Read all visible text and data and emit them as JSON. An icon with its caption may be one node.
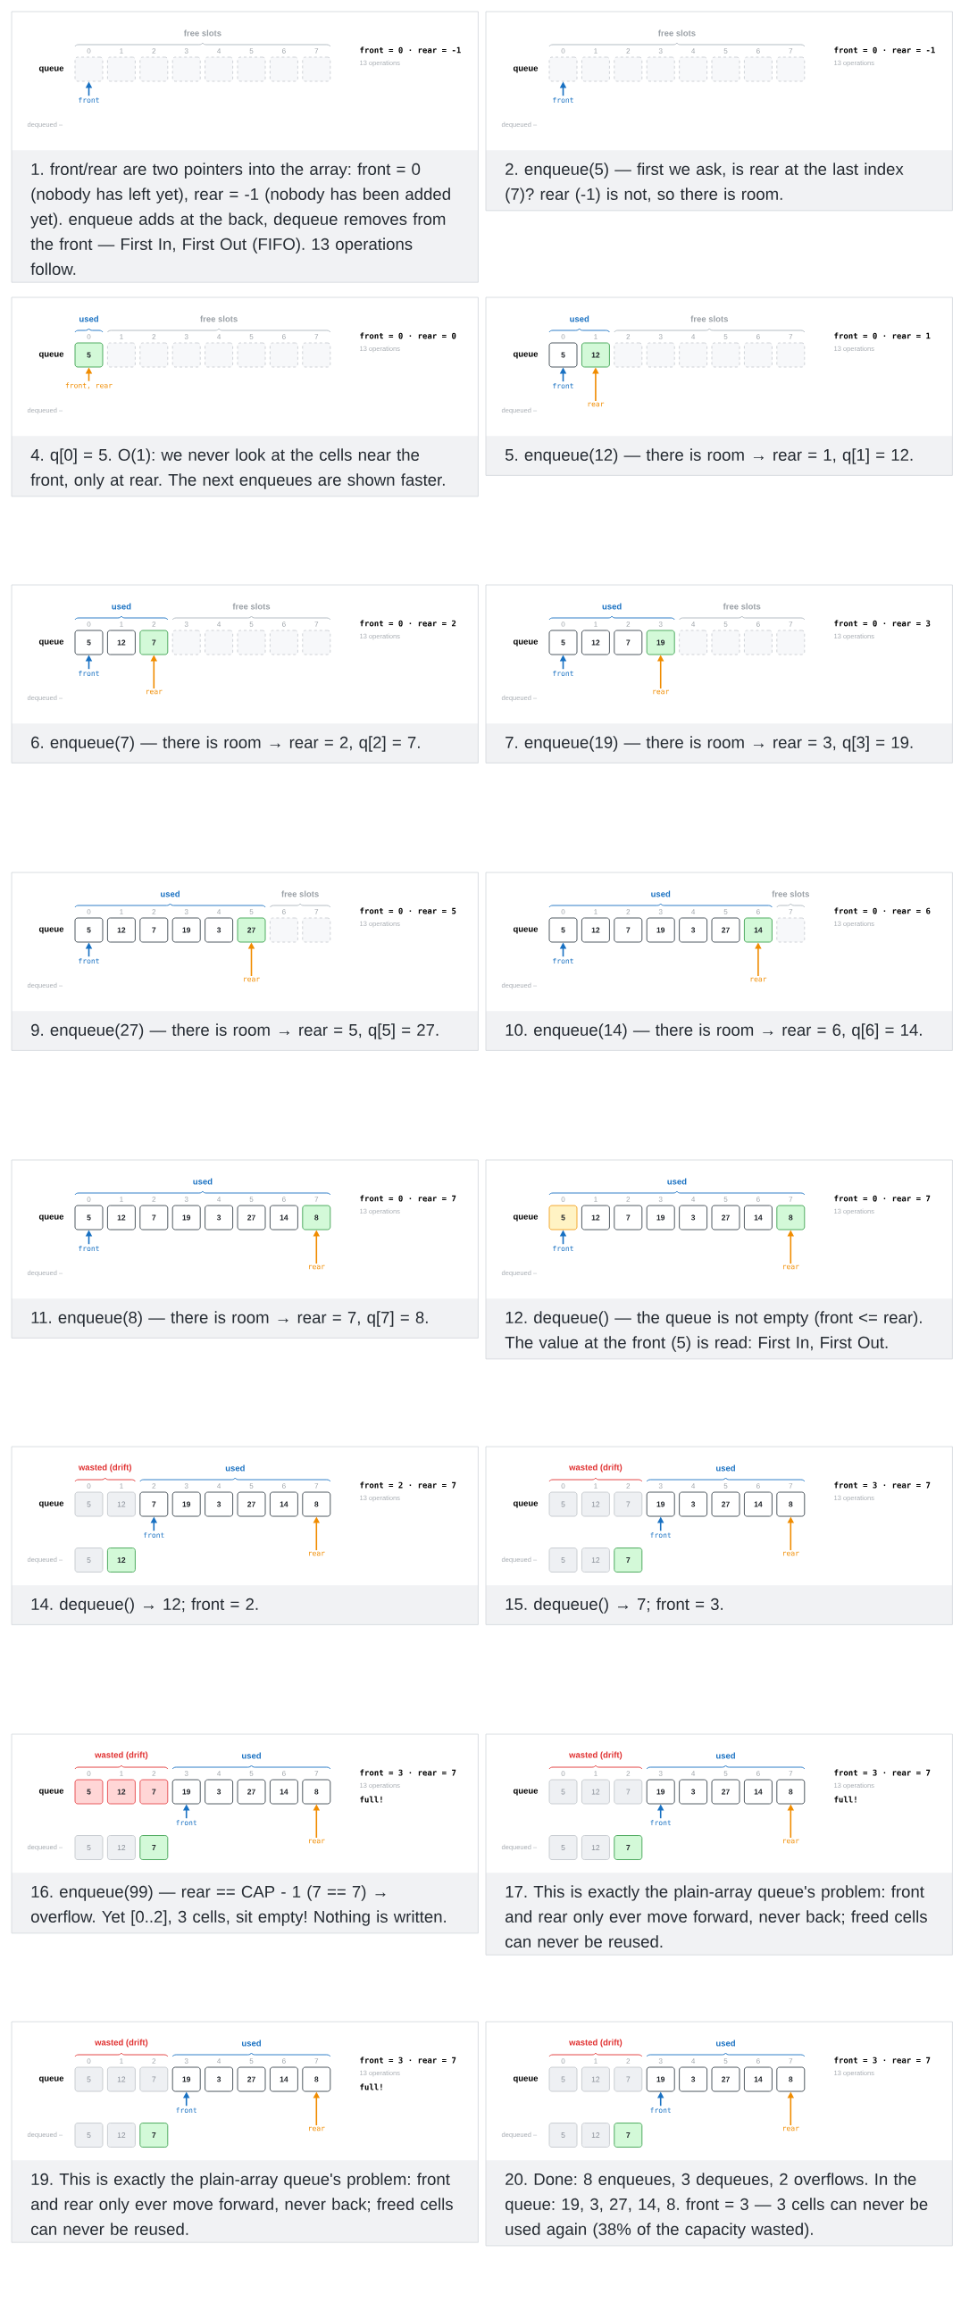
{
  "diagram": {
    "nodes": [
      {
        "text": [
          "free slots",
          "queue",
          "front = 0 · rear = -1",
          "13 operations",
          "dequeued –",
          "1. front/rear are two pointers into the array: front = 0 (nobody has left yet), rear = -1 (nobody has been added yet). enqueue adds at the back, dequeue removes from the front — First In, First Out (FIFO). 13 operations follow."
        ]
      },
      {
        "text": [],
        "shape": "box",
        "in": 0,
        "beside": [
          "0"
        ]
      },
      {
        "text": [],
        "shape": "box",
        "in": 0,
        "beside": [
          "1"
        ]
      },
      {
        "text": [],
        "shape": "box",
        "in": 0,
        "beside": [
          "2"
        ]
      },
      {
        "text": [],
        "shape": "box",
        "in": 0,
        "beside": [
          "3"
        ]
      },
      {
        "text": [],
        "shape": "box",
        "in": 0,
        "beside": [
          "4"
        ]
      },
      {
        "text": [],
        "shape": "box",
        "in": 0,
        "beside": [
          "5"
        ]
      },
      {
        "text": [],
        "shape": "box",
        "in": 0,
        "beside": [
          "6"
        ]
      },
      {
        "text": [],
        "shape": "box",
        "in": 0,
        "beside": [
          "7"
        ]
      },
      {
        "text": [
          "front"
        ],
        "in": 0
      },
      {
        "text": [
          "free slots",
          "queue",
          "front = 0 · rear = -1",
          "13 operations",
          "dequeued –",
          "2. enqueue(5) — first we ask, is rear at the last index (7)? rear (-1) is not, so there is room."
        ]
      },
      {
        "text": [],
        "shape": "box",
        "in": 10,
        "beside": [
          "0"
        ]
      },
      {
        "text": [],
        "shape": "box",
        "in": 10,
        "beside": [
          "1"
        ]
      },
      {
        "text": [],
        "shape": "box",
        "in": 10,
        "beside": [
          "2"
        ]
      },
      {
        "text": [],
        "shape": "box",
        "in": 10,
        "beside": [
          "3"
        ]
      },
      {
        "text": [],
        "shape": "box",
        "in": 10,
        "beside": [
          "4"
        ]
      },
      {
        "text": [],
        "shape": "box",
        "in": 10,
        "beside": [
          "5"
        ]
      },
      {
        "text": [],
        "shape": "box",
        "in": 10,
        "beside": [
          "6"
        ]
      },
      {
        "text": [],
        "shape": "box",
        "in": 10,
        "beside": [
          "7"
        ]
      },
      {
        "text": [
          "front"
        ],
        "in": 10
      },
      {
        "text": [
          "used",
          "free slots",
          "queue",
          "front = 0 · rear = 0",
          "13 operations",
          "dequeued –",
          "4. q[0] = 5. O(1): we never look at the cells near the front, only at rear. The next enqueues are shown faster."
        ]
      },
      {
        "text": [
          "5"
        ],
        "in": 20,
        "beside": [
          "0"
        ]
      },
      {
        "text": [],
        "shape": "box",
        "in": 20,
        "beside": [
          "1"
        ]
      },
      {
        "text": [],
        "shape": "box",
        "in": 20,
        "beside": [
          "2"
        ]
      },
      {
        "text": [],
        "shape": "box",
        "in": 20,
        "beside": [
          "3"
        ]
      },
      {
        "text": [],
        "shape": "box",
        "in": 20,
        "beside": [
          "4"
        ]
      },
      {
        "text": [],
        "shape": "box",
        "in": 20,
        "beside": [
          "5"
        ]
      },
      {
        "text": [],
        "shape": "box",
        "in": 20,
        "beside": [
          "6"
        ]
      },
      {
        "text": [],
        "shape": "box",
        "in": 20,
        "beside": [
          "7"
        ]
      },
      {
        "text": [
          "front, rear"
        ],
        "in": 20
      },
      {
        "text": [
          "used",
          "free slots",
          "queue",
          "front = 0 · rear = 1",
          "13 operations",
          "dequeued –",
          "5. enqueue(12) — there is room → rear = 1, q[1] = 12."
        ]
      },
      {
        "text": [
          "5"
        ],
        "in": 30,
        "beside": [
          "0"
        ]
      },
      {
        "text": [
          "12"
        ],
        "in": 30,
        "beside": [
          "1"
        ]
      },
      {
        "text": [],
        "shape": "box",
        "in": 30,
        "beside": [
          "2"
        ]
      },
      {
        "text": [],
        "shape": "box",
        "in": 30,
        "beside": [
          "3"
        ]
      },
      {
        "text": [],
        "shape": "box",
        "in": 30,
        "beside": [
          "4"
        ]
      },
      {
        "text": [],
        "shape": "box",
        "in": 30,
        "beside": [
          "5"
        ]
      },
      {
        "text": [],
        "shape": "box",
        "in": 30,
        "beside": [
          "6"
        ]
      },
      {
        "text": [],
        "shape": "box",
        "in": 30,
        "beside": [
          "7"
        ]
      },
      {
        "text": [
          "front"
        ],
        "in": 30
      },
      {
        "text": [
          "rear"
        ],
        "in": 30
      },
      {
        "text": [
          "used",
          "free slots",
          "queue",
          "front = 0 · rear = 2",
          "13 operations",
          "dequeued –",
          "6. enqueue(7) — there is room → rear = 2, q[2] = 7."
        ]
      },
      {
        "text": [
          "5"
        ],
        "in": 41,
        "beside": [
          "0"
        ]
      },
      {
        "text": [
          "12"
        ],
        "in": 41,
        "beside": [
          "1"
        ]
      },
      {
        "text": [
          "7"
        ],
        "in": 41,
        "beside": [
          "2"
        ]
      },
      {
        "text": [],
        "shape": "box",
        "in": 41,
        "beside": [
          "3"
        ]
      },
      {
        "text": [],
        "shape": "box",
        "in": 41,
        "beside": [
          "4"
        ]
      },
      {
        "text": [],
        "shape": "box",
        "in": 41,
        "beside": [
          "5"
        ]
      },
      {
        "text": [],
        "shape": "box",
        "in": 41,
        "beside": [
          "6"
        ]
      },
      {
        "text": [],
        "shape": "box",
        "in": 41,
        "beside": [
          "7"
        ]
      },
      {
        "text": [
          "front"
        ],
        "in": 41
      },
      {
        "text": [
          "rear"
        ],
        "in": 41
      },
      {
        "text": [
          "used",
          "free slots",
          "queue",
          "front = 0 · rear = 3",
          "13 operations",
          "dequeued –",
          "7. enqueue(19) — there is room → rear = 3, q[3] = 19."
        ]
      },
      {
        "text": [
          "5"
        ],
        "in": 52,
        "beside": [
          "0"
        ]
      },
      {
        "text": [
          "12"
        ],
        "in": 52,
        "beside": [
          "1"
        ]
      },
      {
        "text": [
          "7"
        ],
        "in": 52,
        "beside": [
          "2"
        ]
      },
      {
        "text": [
          "19"
        ],
        "in": 52,
        "beside": [
          "3"
        ]
      },
      {
        "text": [],
        "shape": "box",
        "in": 52,
        "beside": [
          "4"
        ]
      },
      {
        "text": [],
        "shape": "box",
        "in": 52,
        "beside": [
          "5"
        ]
      },
      {
        "text": [],
        "shape": "box",
        "in": 52,
        "beside": [
          "6"
        ]
      },
      {
        "text": [],
        "shape": "box",
        "in": 52,
        "beside": [
          "7"
        ]
      },
      {
        "text": [
          "front"
        ],
        "in": 52
      },
      {
        "text": [
          "rear"
        ],
        "in": 52
      },
      {
        "text": [
          "used",
          "free slots",
          "queue",
          "front = 0 · rear = 5",
          "13 operations",
          "dequeued –",
          "9. enqueue(27) — there is room → rear = 5, q[5] = 27."
        ]
      },
      {
        "text": [
          "5"
        ],
        "in": 63,
        "beside": [
          "0"
        ]
      },
      {
        "text": [
          "12"
        ],
        "in": 63,
        "beside": [
          "1"
        ]
      },
      {
        "text": [
          "7"
        ],
        "in": 63,
        "beside": [
          "2"
        ]
      },
      {
        "text": [
          "19"
        ],
        "in": 63,
        "beside": [
          "3"
        ]
      },
      {
        "text": [
          "3"
        ],
        "in": 63,
        "beside": [
          "4"
        ]
      },
      {
        "text": [
          "27"
        ],
        "in": 63,
        "beside": [
          "5"
        ]
      },
      {
        "text": [],
        "shape": "box",
        "in": 63,
        "beside": [
          "6"
        ]
      },
      {
        "text": [],
        "shape": "box",
        "in": 63,
        "beside": [
          "7"
        ]
      },
      {
        "text": [
          "front"
        ],
        "in": 63
      },
      {
        "text": [
          "rear"
        ],
        "in": 63
      },
      {
        "text": [
          "used",
          "free slots",
          "queue",
          "front = 0 · rear = 6",
          "13 operations",
          "dequeued –",
          "10. enqueue(14) — there is room → rear = 6, q[6] = 14."
        ]
      },
      {
        "text": [
          "5"
        ],
        "in": 74,
        "beside": [
          "0"
        ]
      },
      {
        "text": [
          "12"
        ],
        "in": 74,
        "beside": [
          "1"
        ]
      },
      {
        "text": [
          "7"
        ],
        "in": 74,
        "beside": [
          "2"
        ]
      },
      {
        "text": [
          "19"
        ],
        "in": 74,
        "beside": [
          "3"
        ]
      },
      {
        "text": [
          "3"
        ],
        "in": 74,
        "beside": [
          "4"
        ]
      },
      {
        "text": [
          "27"
        ],
        "in": 74,
        "beside": [
          "5"
        ]
      },
      {
        "text": [
          "14"
        ],
        "in": 74,
        "beside": [
          "6"
        ]
      },
      {
        "text": [],
        "shape": "box",
        "in": 74,
        "beside": [
          "7"
        ]
      },
      {
        "text": [
          "front"
        ],
        "in": 74
      },
      {
        "text": [
          "rear"
        ],
        "in": 74
      },
      {
        "text": [
          "used",
          "queue",
          "front = 0 · rear = 7",
          "13 operations",
          "dequeued –",
          "11. enqueue(8) — there is room → rear = 7, q[7] = 8."
        ]
      },
      {
        "text": [
          "5"
        ],
        "in": 85,
        "beside": [
          "0"
        ]
      },
      {
        "text": [
          "12"
        ],
        "in": 85,
        "beside": [
          "1"
        ]
      },
      {
        "text": [
          "7"
        ],
        "in": 85,
        "beside": [
          "2"
        ]
      },
      {
        "text": [
          "19"
        ],
        "in": 85,
        "beside": [
          "3"
        ]
      },
      {
        "text": [
          "3"
        ],
        "in": 85,
        "beside": [
          "4"
        ]
      },
      {
        "text": [
          "27"
        ],
        "in": 85,
        "beside": [
          "5"
        ]
      },
      {
        "text": [
          "14"
        ],
        "in": 85,
        "beside": [
          "6"
        ]
      },
      {
        "text": [
          "8"
        ],
        "in": 85,
        "beside": [
          "7"
        ]
      },
      {
        "text": [
          "front"
        ],
        "in": 85
      },
      {
        "text": [
          "rear"
        ],
        "in": 85
      },
      {
        "text": [
          "used",
          "queue",
          "front = 0 · rear = 7",
          "13 operations",
          "dequeued –",
          "12. dequeue() — the queue is not empty (front <= rear). The value at the front (5) is read: First In, First Out."
        ]
      },
      {
        "text": [
          "5"
        ],
        "in": 96,
        "beside": [
          "0"
        ]
      },
      {
        "text": [
          "12"
        ],
        "in": 96,
        "beside": [
          "1"
        ]
      },
      {
        "text": [
          "7"
        ],
        "in": 96,
        "beside": [
          "2"
        ]
      },
      {
        "text": [
          "19"
        ],
        "in": 96,
        "beside": [
          "3"
        ]
      },
      {
        "text": [
          "3"
        ],
        "in": 96,
        "beside": [
          "4"
        ]
      },
      {
        "text": [
          "27"
        ],
        "in": 96,
        "beside": [
          "5"
        ]
      },
      {
        "text": [
          "14"
        ],
        "in": 96,
        "beside": [
          "6"
        ]
      },
      {
        "text": [
          "8"
        ],
        "in": 96,
        "beside": [
          "7"
        ]
      },
      {
        "text": [
          "front"
        ],
        "in": 96
      },
      {
        "text": [
          "rear"
        ],
        "in": 96
      },
      {
        "text": [
          "wasted (drift)",
          "used",
          "queue",
          "front = 2 · rear = 7",
          "13 operations",
          "dequeued –",
          "14. dequeue() → 12; front = 2."
        ]
      },
      {
        "text": [
          "5"
        ],
        "in": 107,
        "beside": [
          "0"
        ]
      },
      {
        "text": [
          "12"
        ],
        "in": 107,
        "beside": [
          "1"
        ]
      },
      {
        "text": [
          "7"
        ],
        "in": 107,
        "beside": [
          "2"
        ]
      },
      {
        "text": [
          "19"
        ],
        "in": 107,
        "beside": [
          "3"
        ]
      },
      {
        "text": [
          "3"
        ],
        "in": 107,
        "beside": [
          "4"
        ]
      },
      {
        "text": [
          "27"
        ],
        "in": 107,
        "beside": [
          "5"
        ]
      },
      {
        "text": [
          "14"
        ],
        "in": 107,
        "beside": [
          "6"
        ]
      },
      {
        "text": [
          "8"
        ],
        "in": 107,
        "beside": [
          "7"
        ]
      },
      {
        "text": [
          "front"
        ],
        "in": 107
      },
      {
        "text": [
          "rear"
        ],
        "in": 107
      },
      {
        "text": [
          "5"
        ],
        "in": 107
      },
      {
        "text": [
          "12"
        ],
        "in": 107
      },
      {
        "text": [
          "wasted (drift)",
          "used",
          "queue",
          "front = 3 · rear = 7",
          "13 operations",
          "dequeued –",
          "15. dequeue() → 7; front = 3."
        ]
      },
      {
        "text": [
          "5"
        ],
        "in": 120,
        "beside": [
          "0"
        ]
      },
      {
        "text": [
          "12"
        ],
        "in": 120,
        "beside": [
          "1"
        ]
      },
      {
        "text": [
          "7"
        ],
        "in": 120,
        "beside": [
          "2"
        ]
      },
      {
        "text": [
          "19"
        ],
        "in": 120,
        "beside": [
          "3"
        ]
      },
      {
        "text": [
          "3"
        ],
        "in": 120,
        "beside": [
          "4"
        ]
      },
      {
        "text": [
          "27"
        ],
        "in": 120,
        "beside": [
          "5"
        ]
      },
      {
        "text": [
          "14"
        ],
        "in": 120,
        "beside": [
          "6"
        ]
      },
      {
        "text": [
          "8"
        ],
        "in": 120,
        "beside": [
          "7"
        ]
      },
      {
        "text": [
          "front"
        ],
        "in": 120
      },
      {
        "text": [
          "rear"
        ],
        "in": 120
      },
      {
        "text": [
          "5"
        ],
        "in": 120
      },
      {
        "text": [
          "12"
        ],
        "in": 120
      },
      {
        "text": [
          "7"
        ],
        "in": 120
      },
      {
        "text": [
          "wasted (drift)",
          "used",
          "queue",
          "front = 3 · rear = 7",
          "13 operations",
          "full!",
          "dequeued –",
          "16. enqueue(99) — rear == CAP - 1 (7 == 7) → overflow. Yet [0..2], 3 cells, sit empty! Nothing is written."
        ]
      },
      {
        "text": [
          "5"
        ],
        "in": 134,
        "beside": [
          "0"
        ]
      },
      {
        "text": [
          "12"
        ],
        "in": 134,
        "beside": [
          "1"
        ]
      },
      {
        "text": [
          "7"
        ],
        "in": 134,
        "beside": [
          "2"
        ]
      },
      {
        "text": [
          "19"
        ],
        "in": 134,
        "beside": [
          "3"
        ]
      },
      {
        "text": [
          "3"
        ],
        "in": 134,
        "beside": [
          "4"
        ]
      },
      {
        "text": [
          "27"
        ],
        "in": 134,
        "beside": [
          "5"
        ]
      },
      {
        "text": [
          "14"
        ],
        "in": 134,
        "beside": [
          "6"
        ]
      },
      {
        "text": [
          "8"
        ],
        "in": 134,
        "beside": [
          "7"
        ]
      },
      {
        "text": [
          "front"
        ],
        "in": 134
      },
      {
        "text": [
          "rear"
        ],
        "in": 134
      },
      {
        "text": [
          "5"
        ],
        "in": 134
      },
      {
        "text": [
          "12"
        ],
        "in": 134
      },
      {
        "text": [
          "7"
        ],
        "in": 134
      },
      {
        "text": [
          "wasted (drift)",
          "used",
          "queue",
          "front = 3 · rear = 7",
          "13 operations",
          "full!",
          "dequeued –",
          "17. This is exactly the plain-array queue's problem: front and rear only ever move forward, never back; freed cells can never be reused."
        ]
      },
      {
        "text": [
          "5"
        ],
        "in": 148,
        "beside": [
          "0"
        ]
      },
      {
        "text": [
          "12"
        ],
        "in": 148,
        "beside": [
          "1"
        ]
      },
      {
        "text": [
          "7"
        ],
        "in": 148,
        "beside": [
          "2"
        ]
      },
      {
        "text": [
          "19"
        ],
        "in": 148,
        "beside": [
          "3"
        ]
      },
      {
        "text": [
          "3"
        ],
        "in": 148,
        "beside": [
          "4"
        ]
      },
      {
        "text": [
          "27"
        ],
        "in": 148,
        "beside": [
          "5"
        ]
      },
      {
        "text": [
          "14"
        ],
        "in": 148,
        "beside": [
          "6"
        ]
      },
      {
        "text": [
          "8"
        ],
        "in": 148,
        "beside": [
          "7"
        ]
      },
      {
        "text": [
          "front"
        ],
        "in": 148
      },
      {
        "text": [
          "rear"
        ],
        "in": 148
      },
      {
        "text": [
          "5"
        ],
        "in": 148
      },
      {
        "text": [
          "12"
        ],
        "in": 148
      },
      {
        "text": [
          "7"
        ],
        "in": 148
      },
      {
        "text": [
          "wasted (drift)",
          "used",
          "queue",
          "front = 3 · rear = 7",
          "13 operations",
          "full!",
          "dequeued –",
          "19. This is exactly the plain-array queue's problem: front and rear only ever move forward, never back; freed cells can never be reused."
        ]
      },
      {
        "text": [
          "5"
        ],
        "in": 162,
        "beside": [
          "0"
        ]
      },
      {
        "text": [
          "12"
        ],
        "in": 162,
        "beside": [
          "1"
        ]
      },
      {
        "text": [
          "7"
        ],
        "in": 162,
        "beside": [
          "2"
        ]
      },
      {
        "text": [
          "19"
        ],
        "in": 162,
        "beside": [
          "3"
        ]
      },
      {
        "text": [
          "3"
        ],
        "in": 162,
        "beside": [
          "4"
        ]
      },
      {
        "text": [
          "27"
        ],
        "in": 162,
        "beside": [
          "5"
        ]
      },
      {
        "text": [
          "14"
        ],
        "in": 162,
        "beside": [
          "6"
        ]
      },
      {
        "text": [
          "8"
        ],
        "in": 162,
        "beside": [
          "7"
        ]
      },
      {
        "text": [
          "front"
        ],
        "in": 162
      },
      {
        "text": [
          "rear"
        ],
        "in": 162
      },
      {
        "text": [
          "5"
        ],
        "in": 162
      },
      {
        "text": [
          "12"
        ],
        "in": 162
      },
      {
        "text": [
          "7"
        ],
        "in": 162
      },
      {
        "text": [
          "wasted (drift)",
          "used",
          "queue",
          "front = 3 · rear = 7",
          "13 operations",
          "dequeued –",
          "20. Done: 8 enqueues, 3 dequeues, 2 overflows. In the queue: 19, 3, 27, 14, 8. front = 3 — 3 cells can never be used again (38% of the capacity wasted)."
        ]
      },
      {
        "text": [
          "5"
        ],
        "in": 176,
        "beside": [
          "0"
        ]
      },
      {
        "text": [
          "12"
        ],
        "in": 176,
        "beside": [
          "1"
        ]
      },
      {
        "text": [
          "7"
        ],
        "in": 176,
        "beside": [
          "2"
        ]
      },
      {
        "text": [
          "19"
        ],
        "in": 176,
        "beside": [
          "3"
        ]
      },
      {
        "text": [
          "3"
        ],
        "in": 176,
        "beside": [
          "4"
        ]
      },
      {
        "text": [
          "27"
        ],
        "in": 176,
        "beside": [
          "5"
        ]
      },
      {
        "text": [
          "14"
        ],
        "in": 176,
        "beside": [
          "6"
        ]
      },
      {
        "text": [
          "8"
        ],
        "in": 176,
        "beside": [
          "7"
        ]
      },
      {
        "text": [
          "front"
        ],
        "in": 176
      },
      {
        "text": [
          "rear"
        ],
        "in": 176
      },
      {
        "text": [
          "5"
        ],
        "in": 176
      },
      {
        "text": [
          "12"
        ],
        "in": 176
      },
      {
        "text": [
          "7"
        ],
        "in": 176
      }
    ],
    "edges": [
      {
        "from": 9,
        "to": 1,
        "arrow": "to"
      },
      {
        "from": 19,
        "to": 11,
        "arrow": "to"
      },
      {
        "from": 29,
        "to": 21,
        "arrow": "to",
        "color": "#f08c00"
      },
      {
        "from": 39,
        "to": 31,
        "arrow": "to"
      },
      {
        "from": 40,
        "to": 32,
        "arrow": "to",
        "color": "#f08c00"
      },
      {
        "from": 50,
        "to": 42,
        "arrow": "to"
      },
      {
        "from": 51,
        "to": 44,
        "arrow": "to",
        "color": "#f08c00"
      },
      {
        "from": 61,
        "to": 53,
        "arrow": "to"
      },
      {
        "from": 62,
        "to": 56,
        "arrow": "to",
        "color": "#f08c00"
      },
      {
        "from": 72,
        "to": 64,
        "arrow": "to"
      },
      {
        "from": 73,
        "to": 69,
        "arrow": "to",
        "color": "#f08c00"
      },
      {
        "from": 83,
        "to": 75,
        "arrow": "to"
      },
      {
        "from": 84,
        "to": 81,
        "arrow": "to",
        "color": "#f08c00"
      },
      {
        "from": 94,
        "to": 86,
        "arrow": "to"
      },
      {
        "from": 95,
        "to": 93,
        "arrow": "to",
        "color": "#f08c00"
      },
      {
        "from": 105,
        "to": 97,
        "arrow": "to"
      },
      {
        "from": 106,
        "to": 104,
        "arrow": "to",
        "color": "#f08c00"
      },
      {
        "from": 116,
        "to": 110,
        "arrow": "to"
      },
      {
        "from": 117,
        "to": 115,
        "arrow": "to",
        "color": "#f08c00"
      },
      {
        "from": 129,
        "to": 124,
        "arrow": "to"
      },
      {
        "from": 130,
        "to": 128,
        "arrow": "to",
        "color": "#f08c00"
      },
      {
        "from": 143,
        "to": 138,
        "arrow": "to"
      },
      {
        "from": 144,
        "to": 142,
        "arrow": "to",
        "color": "#f08c00"
      },
      {
        "from": 157,
        "to": 152,
        "arrow": "to"
      },
      {
        "from": 158,
        "to": 156,
        "arrow": "to",
        "color": "#f08c00"
      },
      {
        "from": 171,
        "to": 166,
        "arrow": "to"
      },
      {
        "from": 172,
        "to": 170,
        "arrow": "to",
        "color": "#f08c00"
      },
      {
        "from": 185,
        "to": 180,
        "arrow": "to"
      },
      {
        "from": 186,
        "to": 184,
        "arrow": "to",
        "color": "#f08c00"
      }
    ]
  }
}
